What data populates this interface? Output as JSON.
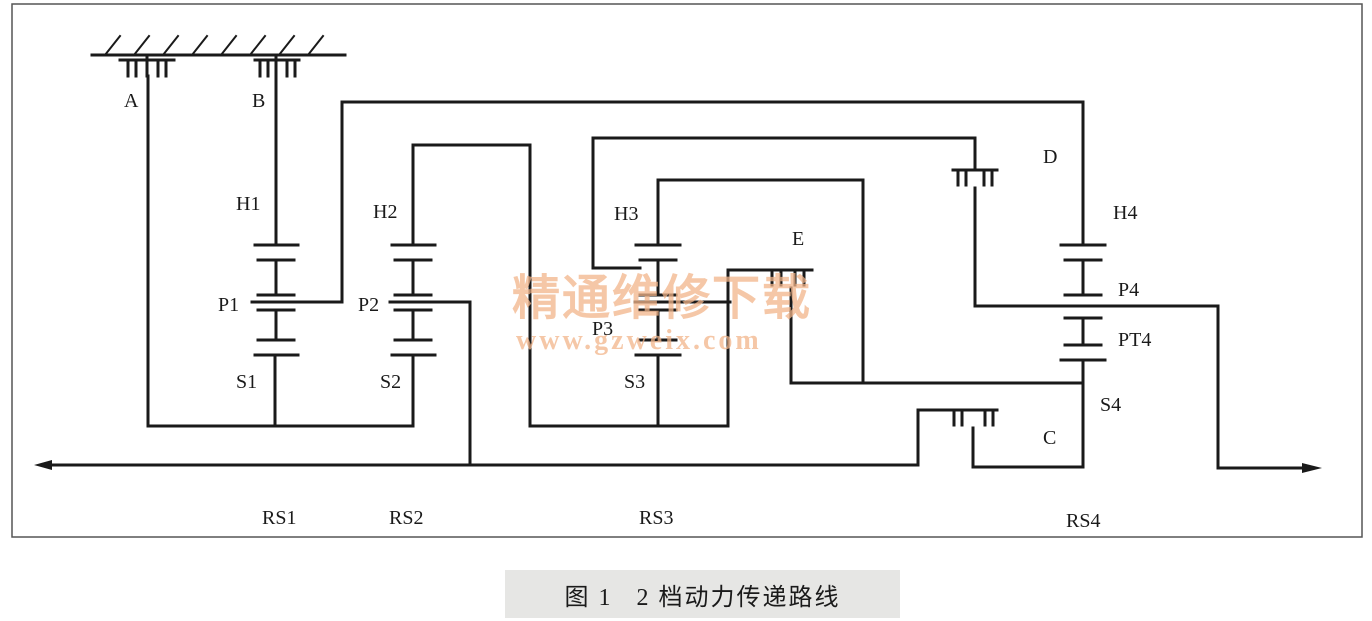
{
  "figure": {
    "labels": {
      "A": "A",
      "B": "B",
      "C": "C",
      "D": "D",
      "E": "E",
      "H1": "H1",
      "H2": "H2",
      "H3": "H3",
      "H4": "H4",
      "P1": "P1",
      "P2": "P2",
      "P3": "P3",
      "P4": "P4",
      "PT4": "PT4",
      "S1": "S1",
      "S2": "S2",
      "S3": "S3",
      "S4": "S4",
      "RS1": "RS1",
      "RS2": "RS2",
      "RS3": "RS3",
      "RS4": "RS4"
    },
    "watermark": {
      "line1": "精通维修下载",
      "line2": "www.gzweix.com",
      "color": "#f2b48a"
    },
    "caption": {
      "number": "图 1",
      "title": "2 档动力传递路线"
    },
    "colors": {
      "line": "#1a1a1a",
      "frame": "#555555",
      "caption_bg": "#e6e6e4"
    }
  }
}
